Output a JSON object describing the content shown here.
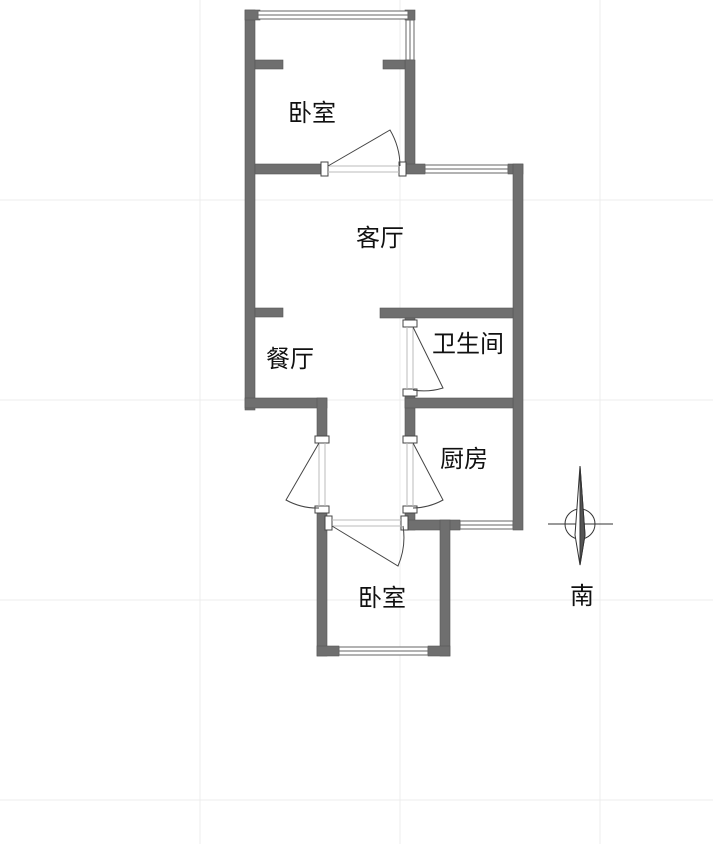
{
  "rooms": {
    "bedroom_top": "卧室",
    "living_room": "客厅",
    "dining_room": "餐厅",
    "bathroom": "卫生间",
    "kitchen": "厨房",
    "bedroom_bottom": "卧室"
  },
  "compass": {
    "label": "南"
  },
  "colors": {
    "wall": "#6f6f6f",
    "grid": "#ececec",
    "door_line": "#444444",
    "background": "#ffffff"
  }
}
